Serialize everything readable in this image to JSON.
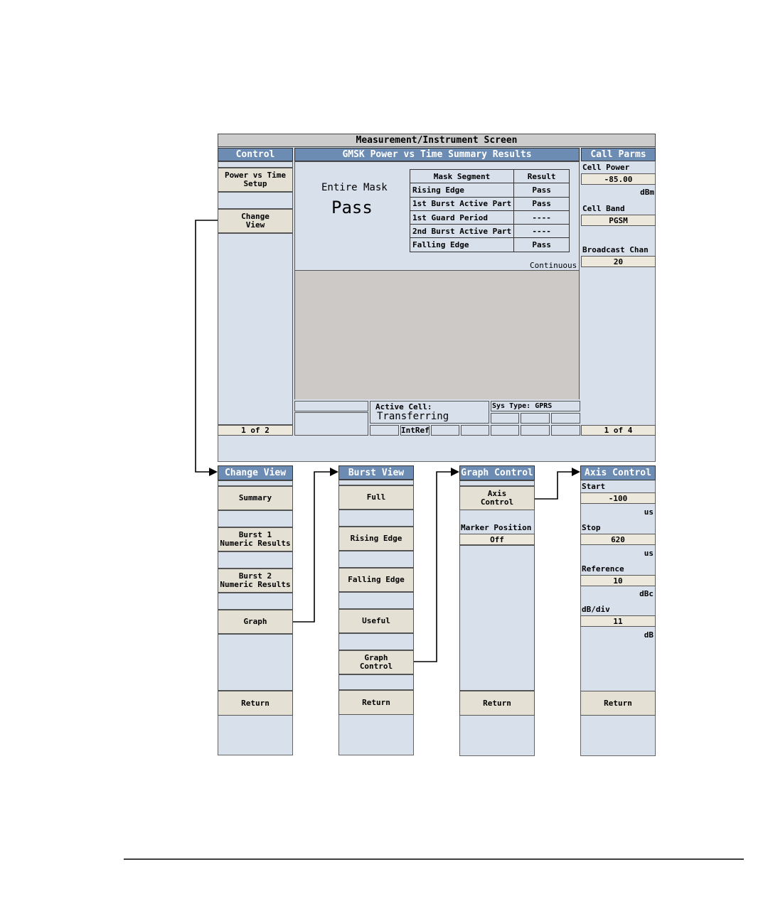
{
  "screen": {
    "title": "Measurement/Instrument Screen",
    "control": {
      "title": "Control",
      "keys": [
        "Power vs Time\nSetup",
        "Change\nView"
      ],
      "page": "1 of 2"
    },
    "results": {
      "title": "GMSK Power vs Time Summary Results",
      "entire_mask_label": "Entire Mask",
      "entire_mask_value": "Pass",
      "table_headers": [
        "Mask Segment",
        "Result"
      ],
      "rows": [
        {
          "segment": "Rising Edge",
          "result": "Pass"
        },
        {
          "segment": "1st Burst Active Part",
          "result": "Pass"
        },
        {
          "segment": "1st Guard Period",
          "result": "----"
        },
        {
          "segment": "2nd Burst Active Part",
          "result": "----"
        },
        {
          "segment": "Falling Edge",
          "result": "Pass"
        }
      ],
      "mode": "Continuous"
    },
    "call_parms": {
      "title": "Call Parms",
      "cell_power_label": "Cell Power",
      "cell_power_value": "-85.00",
      "cell_power_unit": "dBm",
      "cell_band_label": "Cell Band",
      "cell_band_value": "PGSM",
      "broadcast_chan_label": "Broadcast Chan",
      "broadcast_chan_value": "20",
      "page": "1 of 4"
    },
    "status": {
      "active_cell_label": "Active Cell:",
      "active_cell_value": "Transferring",
      "sys_type": "Sys Type: GPRS",
      "int_ref": "IntRef"
    }
  },
  "menus": {
    "change_view": {
      "title": "Change View",
      "keys": [
        "Summary",
        "Burst 1\nNumeric Results",
        "Burst 2\nNumeric Results",
        "Graph"
      ],
      "return_label": "Return"
    },
    "burst_view": {
      "title": "Burst View",
      "keys": [
        "Full",
        "Rising Edge",
        "Falling Edge",
        "Useful",
        "Graph\nControl"
      ],
      "return_label": "Return"
    },
    "graph_control": {
      "title": "Graph Control",
      "axis_control_label": "Axis\nControl",
      "marker_position_label": "Marker Position",
      "marker_position_value": "Off",
      "return_label": "Return"
    },
    "axis_control": {
      "title": "Axis Control",
      "start_label": "Start",
      "start_value": "-100",
      "start_unit": "us",
      "stop_label": "Stop",
      "stop_value": "620",
      "stop_unit": "us",
      "reference_label": "Reference",
      "reference_value": "10",
      "reference_unit": "dBc",
      "dbdiv_label": "dB/div",
      "dbdiv_value": "11",
      "dbdiv_unit": "dB",
      "return_label": "Return"
    }
  }
}
